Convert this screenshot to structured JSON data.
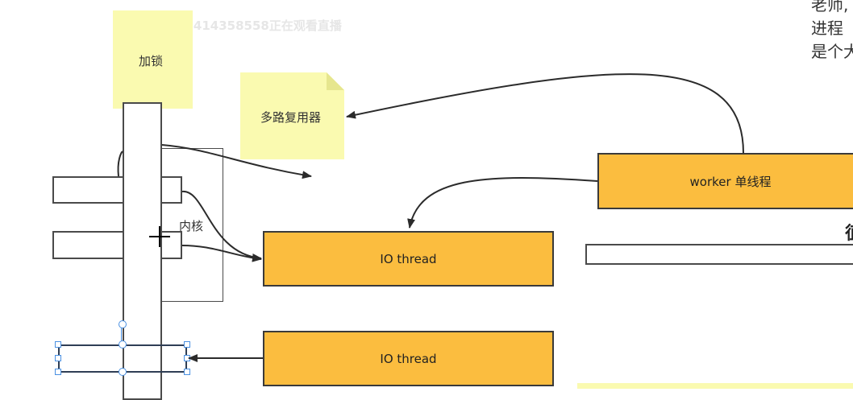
{
  "watermark": "144115263414358558正在观看直播",
  "notes": {
    "lock": "加锁",
    "multiplexer": "多路复用器"
  },
  "kernel_label": "内核",
  "boxes": {
    "worker": "worker 单线程",
    "io_thread_1": "IO thread",
    "io_thread_2": "IO thread"
  },
  "side_text": [
    "老师,",
    "进程",
    "是个大"
  ],
  "right_cut_char": "徝"
}
